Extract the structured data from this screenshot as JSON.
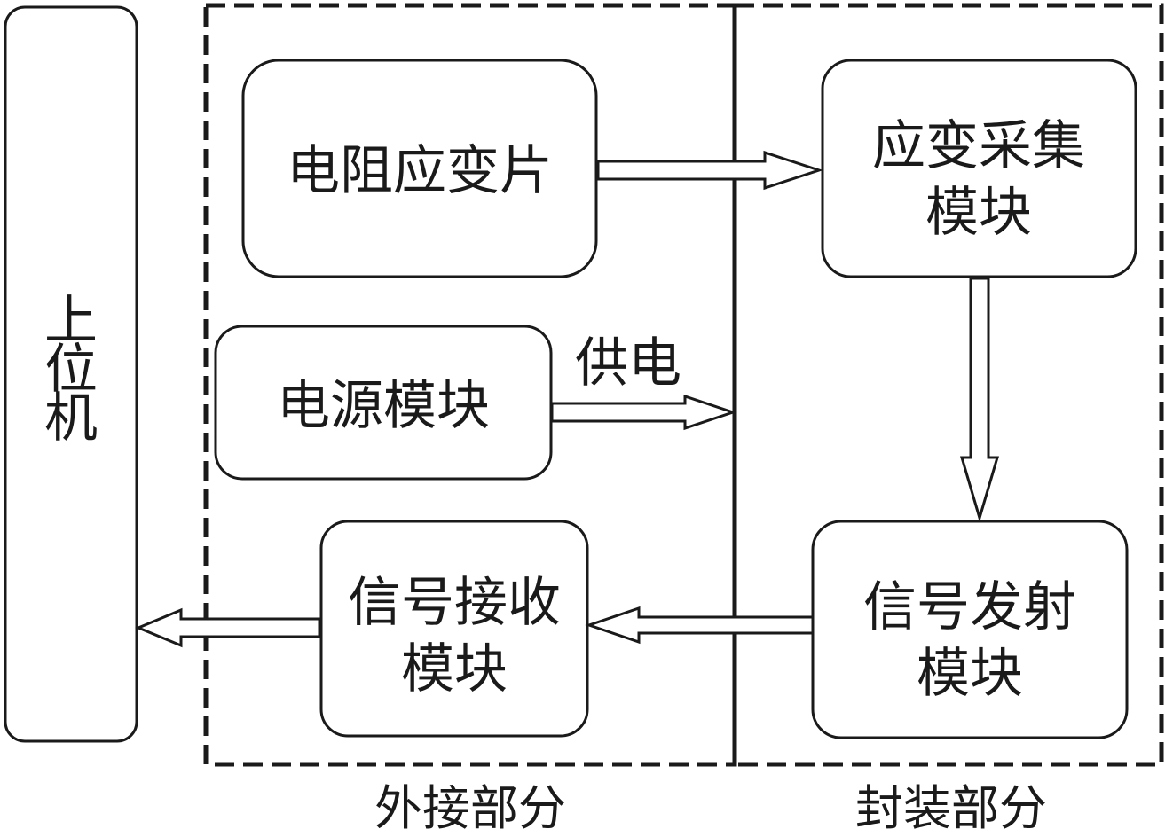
{
  "nodes": {
    "host": "上位机",
    "strain_gauge": "电阻应变片",
    "power": "电源模块",
    "strain_acq": [
      "应变采集",
      "模块"
    ],
    "rx": [
      "信号接收",
      "模块"
    ],
    "tx": [
      "信号发射",
      "模块"
    ]
  },
  "edges": {
    "power_supply": "供电"
  },
  "regions": {
    "external": "外接部分",
    "sealed": "封装部分"
  }
}
